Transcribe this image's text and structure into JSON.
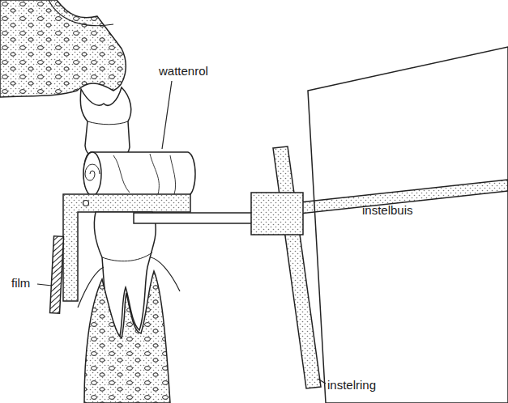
{
  "diagram": {
    "nodes": [
      {
        "text": [
          "instelbuis"
        ]
      }
    ],
    "labels": [
      "wattenrol",
      "film",
      "instelring"
    ]
  }
}
